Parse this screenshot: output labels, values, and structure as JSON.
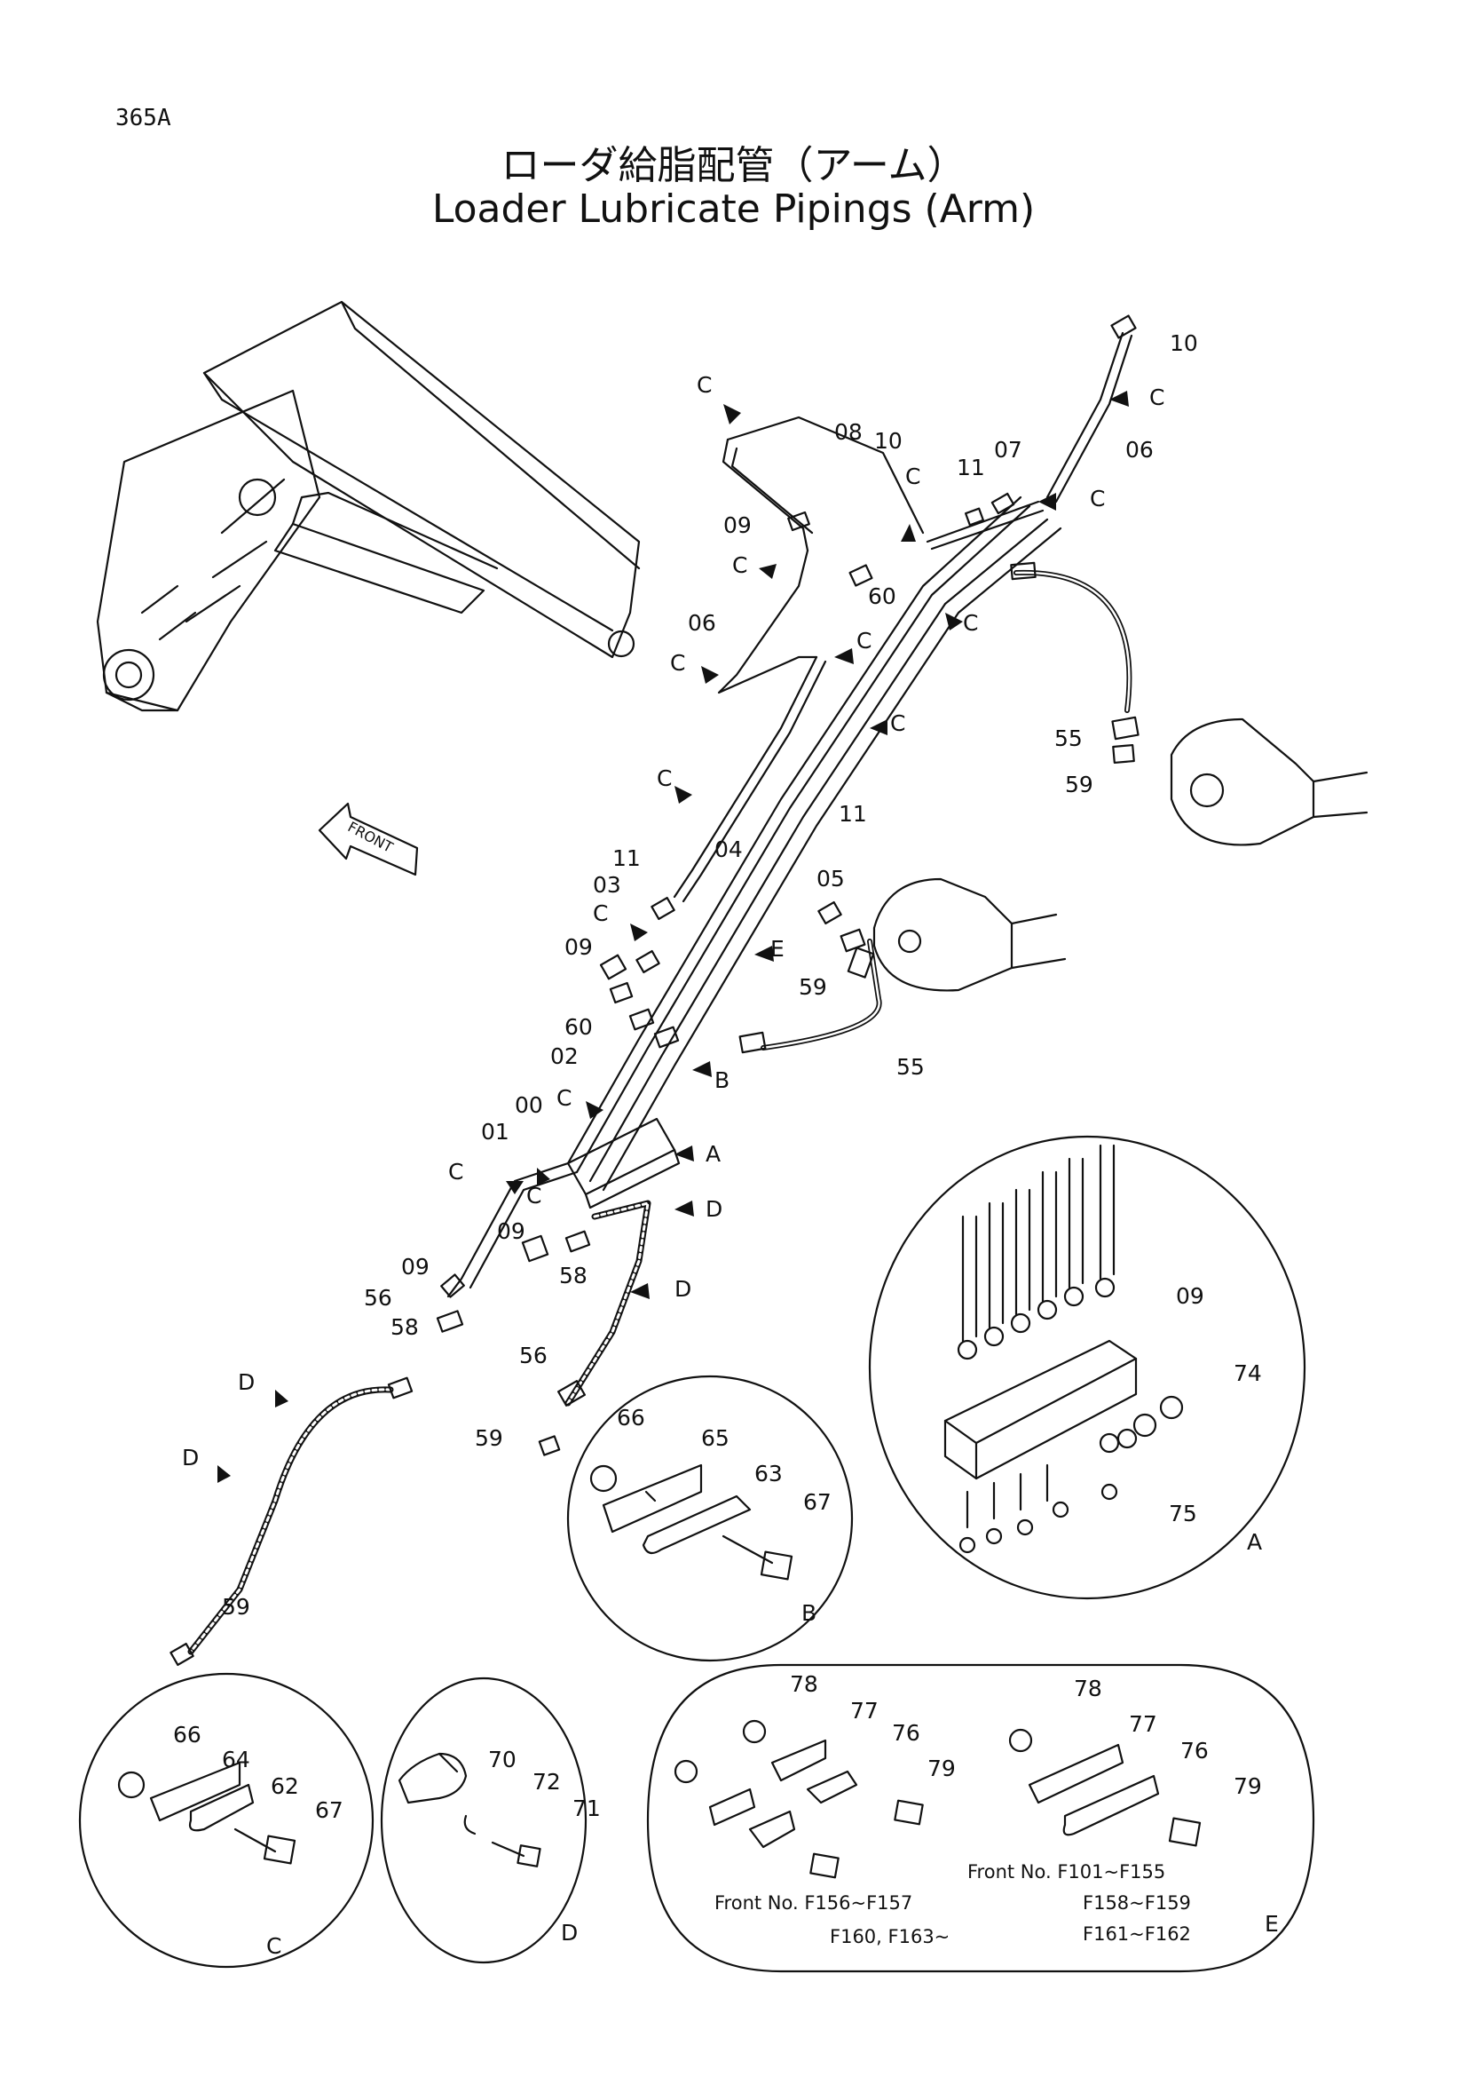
{
  "header": {
    "page_code": "365A",
    "title_jp": "ローダ給脂配管（アーム）",
    "title_en": "Loader Lubricate Pipings (Arm)"
  },
  "front_arrow_text": "FRONT",
  "callouts": [
    {
      "id": "c10a",
      "label": "10"
    },
    {
      "id": "c08",
      "label": "08"
    },
    {
      "id": "c10b",
      "label": "10"
    },
    {
      "id": "c11a",
      "label": "11"
    },
    {
      "id": "c07",
      "label": "07"
    },
    {
      "id": "c06a",
      "label": "06"
    },
    {
      "id": "c09a",
      "label": "09"
    },
    {
      "id": "c60a",
      "label": "60"
    },
    {
      "id": "c06b",
      "label": "06"
    },
    {
      "id": "c55a",
      "label": "55"
    },
    {
      "id": "c59a",
      "label": "59"
    },
    {
      "id": "c11b",
      "label": "11"
    },
    {
      "id": "c11c",
      "label": "11"
    },
    {
      "id": "c04",
      "label": "04"
    },
    {
      "id": "c03",
      "label": "03"
    },
    {
      "id": "c05",
      "label": "05"
    },
    {
      "id": "c09b",
      "label": "09"
    },
    {
      "id": "cE",
      "label": "E"
    },
    {
      "id": "c59b",
      "label": "59"
    },
    {
      "id": "c60b",
      "label": "60"
    },
    {
      "id": "c55b",
      "label": "55"
    },
    {
      "id": "c02",
      "label": "02"
    },
    {
      "id": "cB",
      "label": "B"
    },
    {
      "id": "c00",
      "label": "00"
    },
    {
      "id": "c01",
      "label": "01"
    },
    {
      "id": "cA",
      "label": "A"
    },
    {
      "id": "cD1",
      "label": "D"
    },
    {
      "id": "c09c",
      "label": "09"
    },
    {
      "id": "c58a",
      "label": "58"
    },
    {
      "id": "cD2",
      "label": "D"
    },
    {
      "id": "c09d",
      "label": "09"
    },
    {
      "id": "c56a",
      "label": "56"
    },
    {
      "id": "c58b",
      "label": "58"
    },
    {
      "id": "c56b",
      "label": "56"
    },
    {
      "id": "cD3",
      "label": "D"
    },
    {
      "id": "cD4",
      "label": "D"
    },
    {
      "id": "c59c",
      "label": "59"
    },
    {
      "id": "c59d",
      "label": "59"
    },
    {
      "id": "cC1",
      "label": "C"
    },
    {
      "id": "cC2",
      "label": "C"
    },
    {
      "id": "cC3",
      "label": "C"
    },
    {
      "id": "cC4",
      "label": "C"
    },
    {
      "id": "cC5",
      "label": "C"
    },
    {
      "id": "cC6",
      "label": "C"
    },
    {
      "id": "cC7",
      "label": "C"
    },
    {
      "id": "cC8",
      "label": "C"
    },
    {
      "id": "cC9",
      "label": "C"
    },
    {
      "id": "cC10",
      "label": "C"
    },
    {
      "id": "cC11",
      "label": "C"
    },
    {
      "id": "cC12",
      "label": "C"
    },
    {
      "id": "cC13",
      "label": "C"
    },
    {
      "id": "cC14",
      "label": "C"
    }
  ],
  "detail_A": {
    "letter": "A",
    "labels": [
      "09",
      "74",
      "75"
    ]
  },
  "detail_B": {
    "letter": "B",
    "labels": [
      "66",
      "65",
      "63",
      "67"
    ]
  },
  "detail_C": {
    "letter": "C",
    "labels": [
      "66",
      "64",
      "62",
      "67"
    ]
  },
  "detail_D": {
    "letter": "D",
    "labels": [
      "70",
      "72",
      "71"
    ]
  },
  "detail_E": {
    "letter": "E",
    "labels_left": [
      "78",
      "77",
      "76",
      "79"
    ],
    "labels_right": [
      "78",
      "77",
      "76",
      "79"
    ],
    "front_no_left_1": "Front No. F156~F157",
    "front_no_left_2": "F160, F163~",
    "front_no_right_1": "Front No. F101~F155",
    "front_no_right_2": "F158~F159",
    "front_no_right_3": "F161~F162"
  }
}
